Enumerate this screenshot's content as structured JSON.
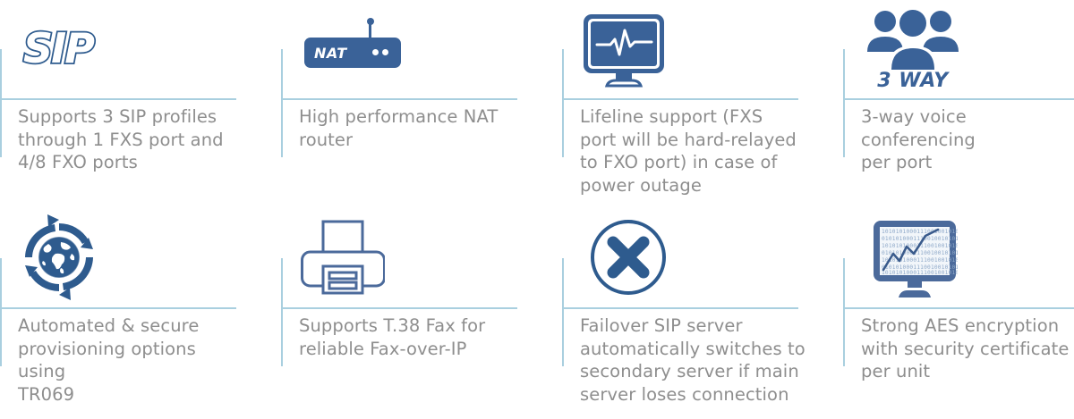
{
  "theme": {
    "rule_color": "#a9cfdf",
    "icon_blue": "#3a6298",
    "icon_blue_dark": "#2e5b8e",
    "caption_color": "#8e8e8e",
    "background": "#ffffff"
  },
  "features": [
    {
      "icon_name": "sip-logo-icon",
      "icon_label": "SIP",
      "caption": "Supports 3 SIP profiles\nthrough 1 FXS port and\n4/8 FXO ports"
    },
    {
      "icon_name": "nat-router-icon",
      "icon_label": "NAT",
      "caption": "High performance NAT\nrouter"
    },
    {
      "icon_name": "monitor-heartbeat-icon",
      "icon_label": "",
      "caption": "Lifeline support (FXS\nport will be hard-relayed\nto FXO port) in case of\npower outage"
    },
    {
      "icon_name": "three-people-icon",
      "icon_label": "3 WAY",
      "caption": "3-way voice conferencing\nper port"
    },
    {
      "icon_name": "globe-refresh-icon",
      "icon_label": "",
      "caption": "Automated & secure\nprovisioning options using\nTR069"
    },
    {
      "icon_name": "printer-fax-icon",
      "icon_label": "",
      "caption": "Supports T.38 Fax for\nreliable Fax-over-IP"
    },
    {
      "icon_name": "x-circle-icon",
      "icon_label": "",
      "caption": "Failover SIP server\nautomatically switches to\nsecondary server if main\nserver loses connection"
    },
    {
      "icon_name": "monitor-binary-chart-icon",
      "icon_label": "",
      "caption": "Strong AES encryption\nwith security certificate\nper unit"
    }
  ]
}
